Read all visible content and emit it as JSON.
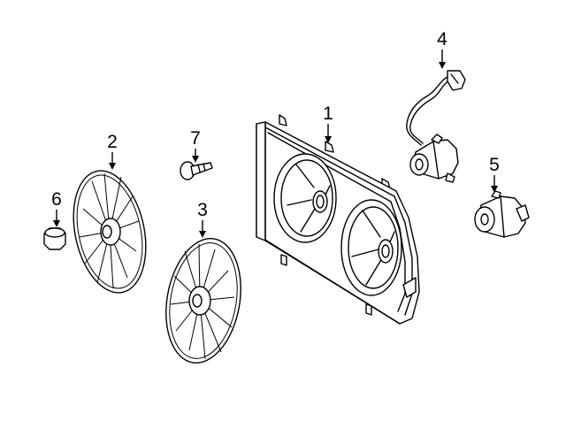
{
  "callouts": [
    {
      "id": "1",
      "label": "1",
      "part": "shroud"
    },
    {
      "id": "2",
      "label": "2",
      "part": "fan-blade-left"
    },
    {
      "id": "3",
      "label": "3",
      "part": "fan-blade-right"
    },
    {
      "id": "4",
      "label": "4",
      "part": "fan-motor-with-wire"
    },
    {
      "id": "5",
      "label": "5",
      "part": "fan-motor"
    },
    {
      "id": "6",
      "label": "6",
      "part": "nut"
    },
    {
      "id": "7",
      "label": "7",
      "part": "clip"
    }
  ]
}
